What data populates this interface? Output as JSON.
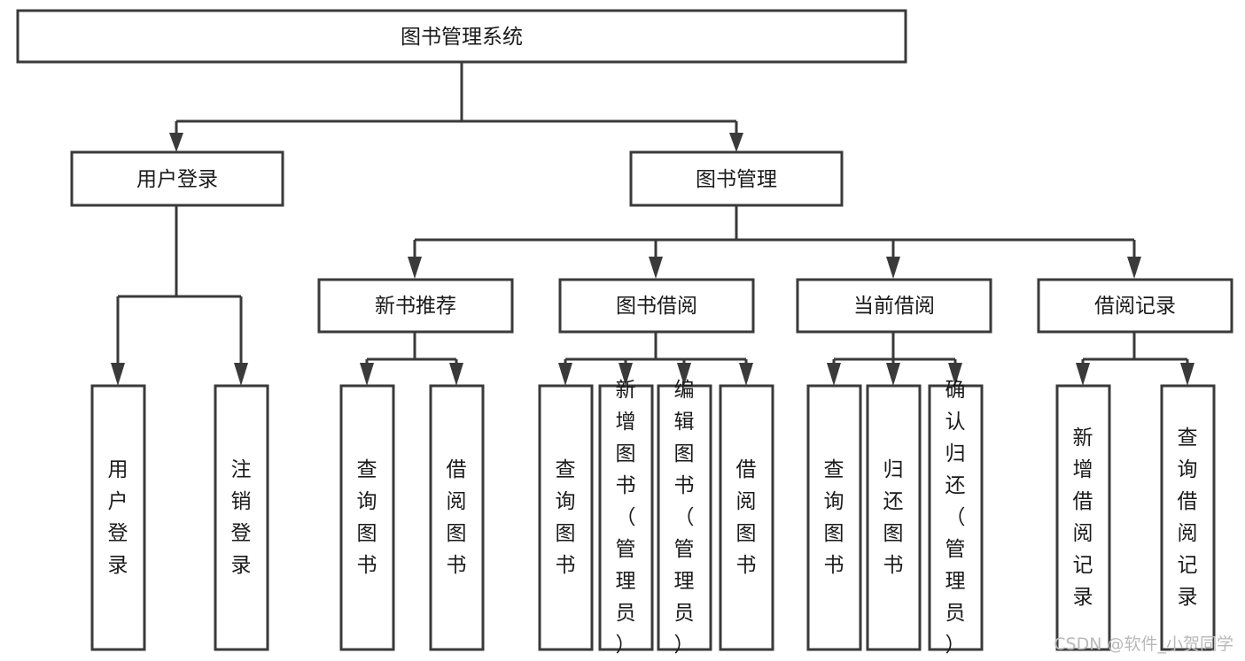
{
  "diagram": {
    "title": "图书管理系统",
    "type": "hierarchy-tree",
    "orientation": "top-down",
    "colors": {
      "box_stroke": "#3a3a3a",
      "box_fill": "#ffffff",
      "connector": "#3a3a3a",
      "text": "#1a1a1a",
      "watermark": "#b9b9b9",
      "background": "#ffffff"
    }
  },
  "watermark": {
    "text": "CSDN @软件_小贺同学"
  },
  "nodes": {
    "root": {
      "label": "图书管理系统"
    },
    "level2": [
      {
        "label": "用户登录"
      },
      {
        "label": "图书管理"
      }
    ],
    "level3": [
      {
        "label": "新书推荐"
      },
      {
        "label": "图书借阅"
      },
      {
        "label": "当前借阅"
      },
      {
        "label": "借阅记录"
      }
    ],
    "leaves": {
      "user_login": [
        {
          "label": "用户登录"
        },
        {
          "label": "注销登录"
        }
      ],
      "new_book_recommend": [
        {
          "label": "查询图书"
        },
        {
          "label": "借阅图书"
        }
      ],
      "book_borrow": [
        {
          "label": "查询图书"
        },
        {
          "label": "新增图书（管理员）"
        },
        {
          "label": "编辑图书（管理员）"
        },
        {
          "label": "借阅图书"
        }
      ],
      "current_borrow": [
        {
          "label": "查询图书"
        },
        {
          "label": "归还图书"
        },
        {
          "label": "确认归还（管理员）"
        }
      ],
      "borrow_record": [
        {
          "label": "新增借阅记录"
        },
        {
          "label": "查询借阅记录"
        }
      ]
    }
  }
}
